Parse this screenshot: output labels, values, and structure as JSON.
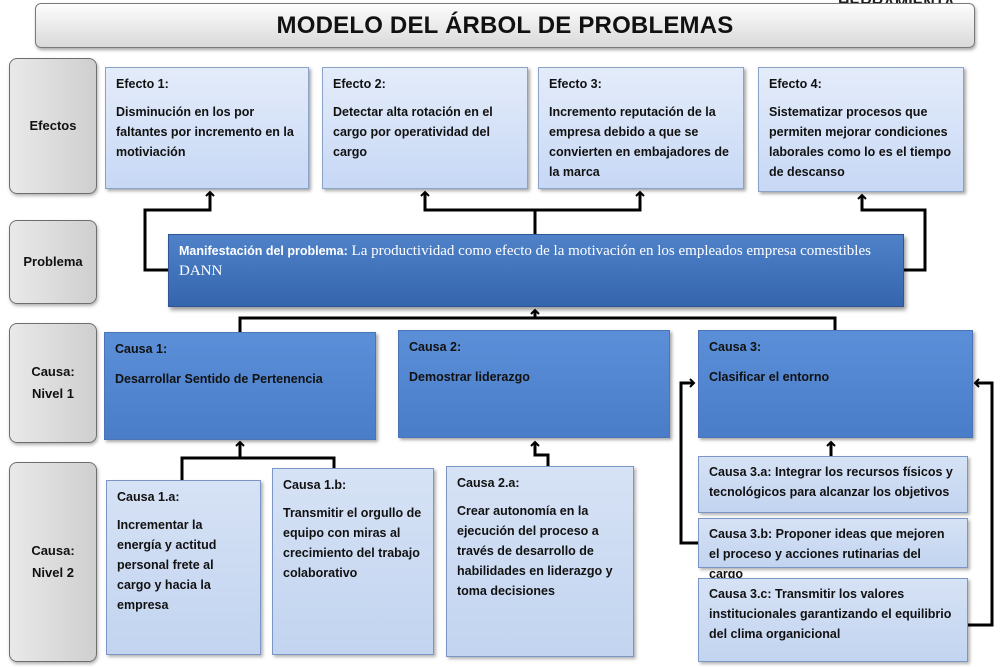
{
  "title": "MODELO DEL ÁRBOL DE PROBLEMAS",
  "watermark": "HERRAMIENTA",
  "row_labels": {
    "efectos": "Efectos",
    "problema": "Problema",
    "causa1": "Causa:\nNivel 1",
    "causa2": "Causa:\nNivel 2"
  },
  "effects": [
    {
      "title": "Efecto 1:",
      "text": "Disminución en los por faltantes por incremento en la motiviación"
    },
    {
      "title": "Efecto 2:",
      "text": "Detectar alta rotación en el cargo por operatividad del cargo"
    },
    {
      "title": "Efecto 3:",
      "text": "Incremento reputación de la empresa debido a que se convierten en embajadores de la marca"
    },
    {
      "title": "Efecto 4:",
      "text": "Sistematizar procesos que permiten mejorar condiciones laborales como lo es el tiempo de descanso"
    }
  ],
  "problem": {
    "label": "Manifestación del problema:",
    "text": " La productividad como efecto de la motivación en los empleados empresa comestibles DANN"
  },
  "causes_level1": [
    {
      "title": "Causa 1:",
      "text": "Desarrollar Sentido de Pertenencia"
    },
    {
      "title": "Causa 2:",
      "text": "Demostrar liderazgo"
    },
    {
      "title": "Causa 3:",
      "text": "Clasificar el entorno"
    }
  ],
  "causes_level2": [
    {
      "title": "Causa 1.a:",
      "text": "Incrementar  la energía y actitud personal frete al cargo y hacia la empresa"
    },
    {
      "title": "Causa 1.b:",
      "text": "Transmitir el orgullo de equipo con miras al crecimiento del trabajo colaborativo"
    },
    {
      "title": "Causa 2.a:",
      "text": "Crear autonomía en la ejecución del proceso a través de desarrollo de habilidades en liderazgo y toma decisiones"
    }
  ],
  "causes_3": [
    "Causa 3.a: Integrar los recursos físicos y tecnológicos para alcanzar los objetivos",
    "Causa 3.b: Proponer ideas que mejoren el proceso y acciones rutinarias del cargo",
    "Causa 3.c: Transmitir  los  valores institucionales   garantizando   el equilibrio del clima organicional"
  ]
}
